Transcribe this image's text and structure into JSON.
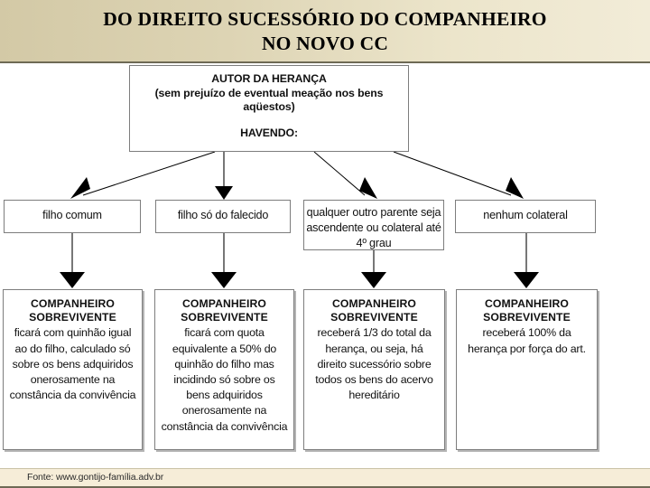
{
  "title": {
    "line1": "DO DIREITO SUCESSÓRIO DO COMPANHEIRO",
    "line2": "NO NOVO CC"
  },
  "diagram": {
    "type": "flowchart",
    "root": {
      "line1": "AUTOR DA HERANÇA",
      "line2": "(sem prejuízo de eventual meação nos bens",
      "line3": "aqüestos)",
      "line4": "HAVENDO:"
    },
    "conditions": [
      {
        "label": "filho comum"
      },
      {
        "label": "filho só do falecido"
      },
      {
        "label": "qualquer outro parente seja ascendente ou colateral até 4º grau"
      },
      {
        "label": "nenhum colateral"
      }
    ],
    "outcomes": [
      {
        "heading": "COMPANHEIRO SOBREVIVENTE",
        "body": "ficará com quinhão igual ao do filho, calculado só sobre os bens adquiridos onerosamente na constância da convivência"
      },
      {
        "heading": "COMPANHEIRO SOBREVIVENTE",
        "body": "ficará com quota equivalente a 50% do quinhão do filho mas incidindo só sobre os bens adquiridos onerosamente na constância da convivência"
      },
      {
        "heading": "COMPANHEIRO SOBREVIVENTE",
        "body": "receberá 1/3 do total da herança, ou seja, há direito sucessório sobre todos os bens do acervo hereditário"
      },
      {
        "heading": "COMPANHEIRO SOBREVIVENTE",
        "body": "receberá 100% da herança por força do art."
      }
    ]
  },
  "footer": {
    "source": "Fonte: www.gontijo-família.adv.br"
  },
  "colors": {
    "banner_left": "#d3c9a6",
    "banner_right": "#f2ecd8",
    "banner_rule": "#6e6a55",
    "footer_band": "#f6edd8",
    "node_border": "#7d7d7d",
    "node_shadow": "#b4b4b4",
    "text": "#111111",
    "arrow": "#000000"
  }
}
